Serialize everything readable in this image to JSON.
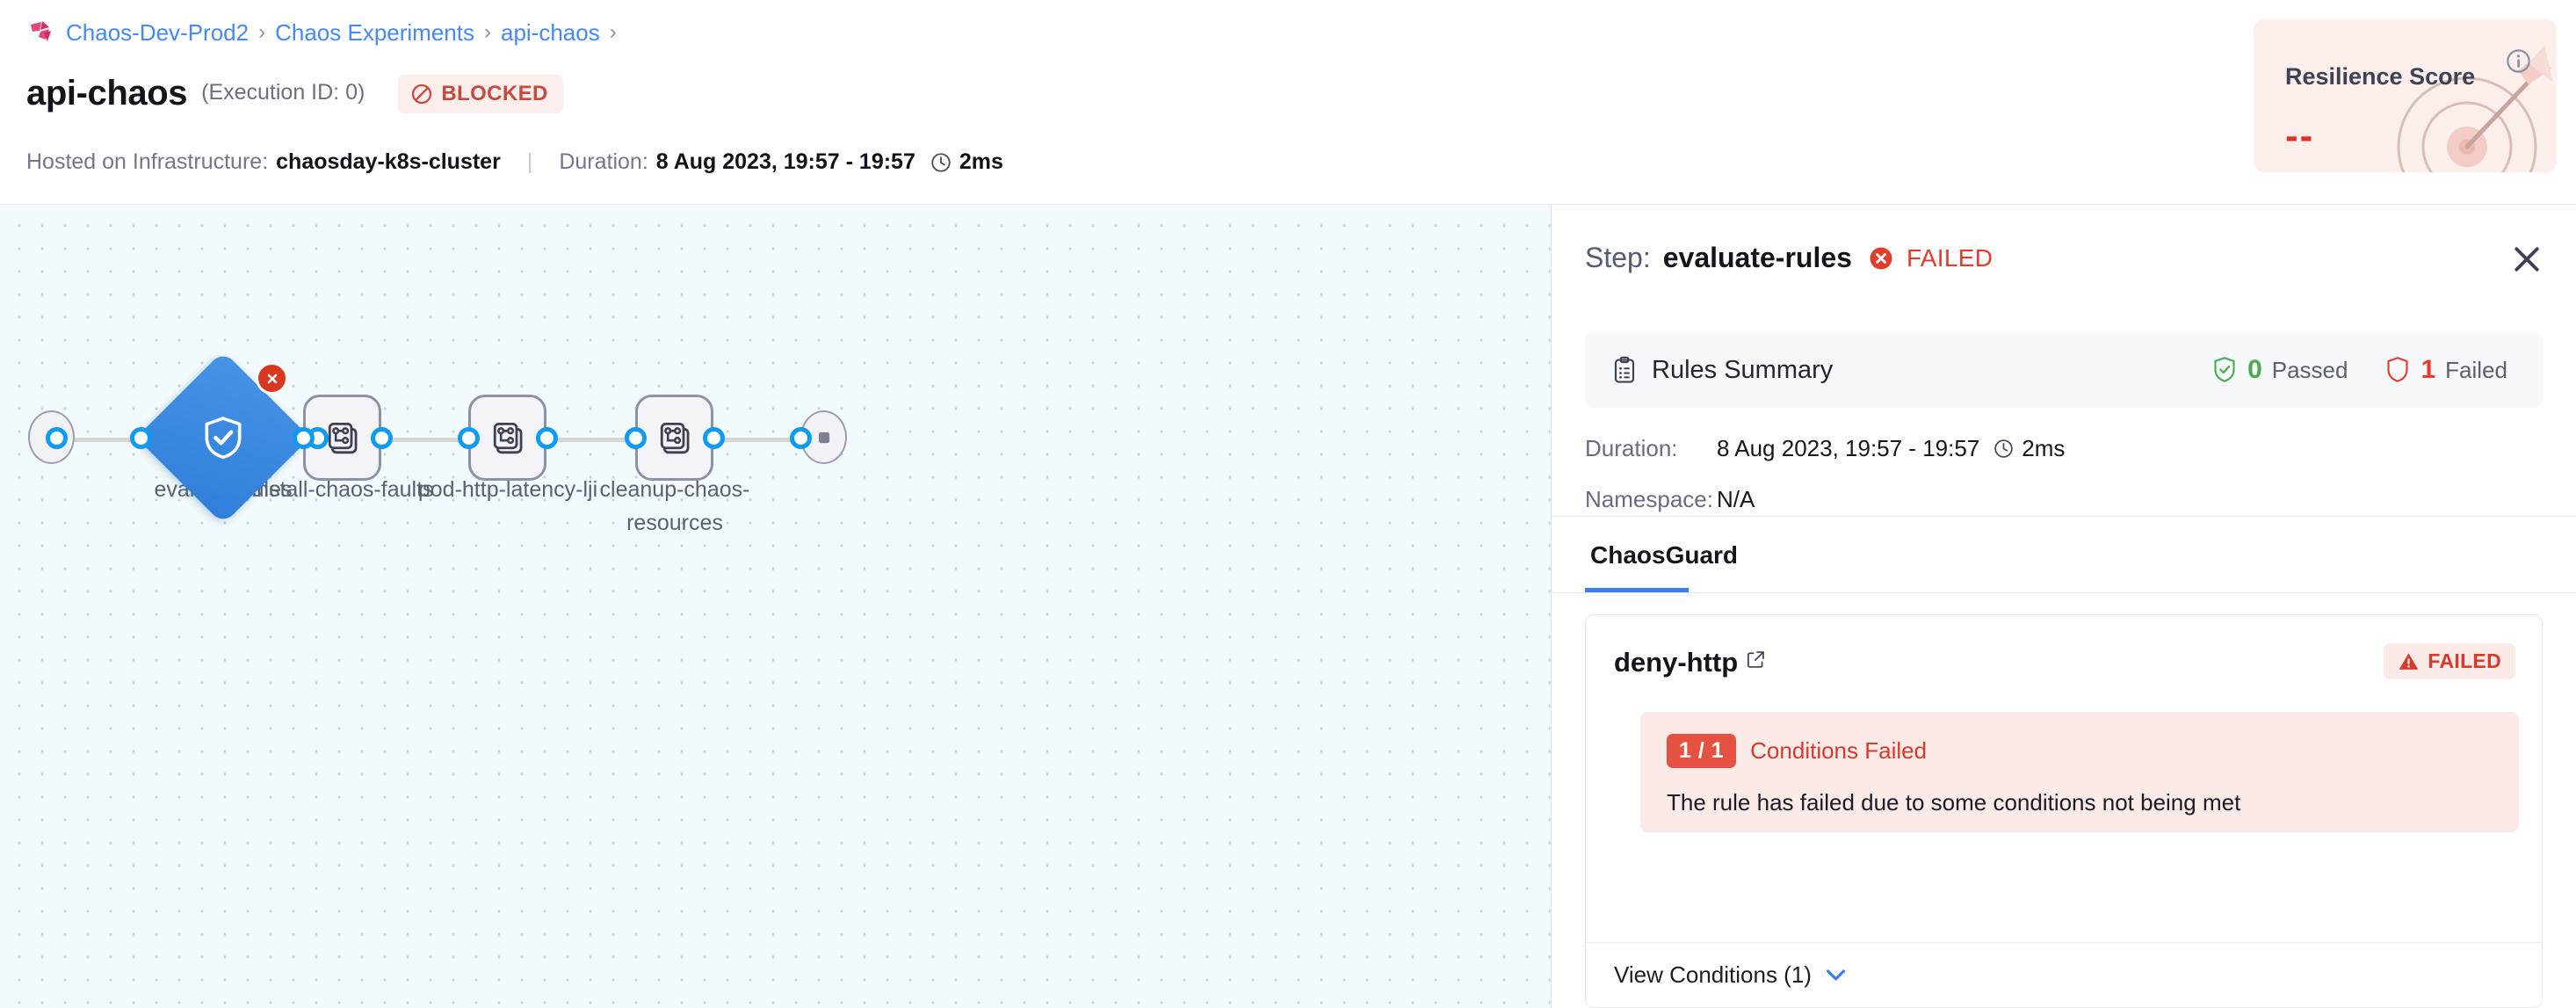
{
  "breadcrumb": {
    "logo_icon": "chaos-logo-icon",
    "items": [
      {
        "label": "Chaos-Dev-Prod2"
      },
      {
        "label": "Chaos Experiments"
      },
      {
        "label": "api-chaos"
      }
    ],
    "separator": "›"
  },
  "header": {
    "title": "api-chaos",
    "execution_id": "(Execution ID: 0)",
    "status_badge": {
      "label": "BLOCKED",
      "icon": "blocked-circle-icon",
      "color": "#c8493d",
      "bg": "#fbeeec"
    },
    "infra_label": "Hosted on Infrastructure:",
    "infra_value": "chaosday-k8s-cluster",
    "divider": "|",
    "duration_label": "Duration:",
    "duration_value": "8 Aug 2023, 19:57 - 19:57",
    "duration_elapsed": "2ms",
    "clock_icon": "clock-icon"
  },
  "resilience": {
    "title": "Resilience Score",
    "value": "--",
    "info_icon": "info-icon",
    "art_icon": "target-dart-icon",
    "bg": "#fbeeeb",
    "value_color": "#e03024"
  },
  "graph": {
    "start_node": {
      "name": "start-node",
      "icon": "play-icon"
    },
    "end_node": {
      "name": "end-node",
      "icon": "stop-icon"
    },
    "nodes": [
      {
        "label": "evaluate-rules",
        "type": "diamond",
        "icon": "shield-check-icon",
        "status": "failed",
        "status_icon": "error-x-icon"
      },
      {
        "label": "install-chaos-faults",
        "type": "step",
        "icon": "chaos-fault-icon"
      },
      {
        "label": "pod-http-latency-lji",
        "type": "step",
        "icon": "chaos-fault-icon"
      },
      {
        "label": "cleanup-chaos-resources",
        "type": "step",
        "icon": "chaos-fault-icon"
      }
    ]
  },
  "panel": {
    "step_prefix": "Step:",
    "step_name": "evaluate-rules",
    "status": "FAILED",
    "status_icon": "error-x-icon",
    "close_icon": "close-icon",
    "summary": {
      "icon": "clipboard-icon",
      "title": "Rules Summary",
      "passed": {
        "count": "0",
        "label": "Passed",
        "icon": "shield-check-icon",
        "color": "#4aab4f"
      },
      "failed": {
        "count": "1",
        "label": "Failed",
        "icon": "shield-outline-icon",
        "color": "#e23c2c"
      }
    },
    "details": {
      "duration_key": "Duration:",
      "duration_value": "8 Aug 2023, 19:57 - 19:57",
      "duration_elapsed": "2ms",
      "clock_icon": "clock-icon",
      "namespace_key": "Namespace:",
      "namespace_value": "N/A"
    },
    "tabs": [
      {
        "label": "ChaosGuard",
        "active": true
      }
    ],
    "rule": {
      "name": "deny-http",
      "external_link_icon": "external-link-icon",
      "badge": {
        "label": "FAILED",
        "icon": "warning-triangle-icon"
      },
      "condition_pill": "1 / 1",
      "condition_label": "Conditions Failed",
      "condition_message": "The rule has failed due to some conditions not being met",
      "view_conditions": "View Conditions (1)",
      "chevron_icon": "chevron-down-icon"
    }
  }
}
